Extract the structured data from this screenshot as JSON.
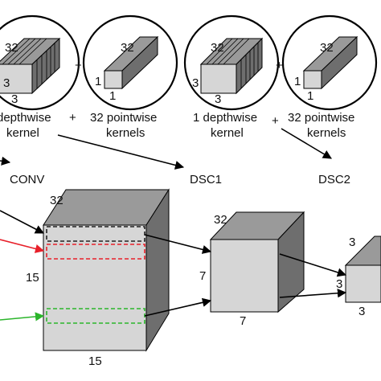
{
  "kernel_groups": [
    {
      "depthwise_circle_labels": {
        "depth": "32",
        "height": "3",
        "width": "3"
      },
      "plus": "+",
      "pointwise_circle_labels": {
        "depth": "32",
        "height": "1",
        "width": "1"
      },
      "caption_depthwise": [
        "depthwise",
        "kernel"
      ],
      "caption_plus": "+",
      "caption_pointwise": [
        "32 pointwise",
        "kernels"
      ]
    },
    {
      "depthwise_circle_labels": {
        "depth": "32",
        "height": "3",
        "width": "3"
      },
      "plus": "+",
      "pointwise_circle_labels": {
        "depth": "32",
        "height": "1",
        "width": "1"
      },
      "caption_depthwise": [
        "1 depthwise",
        "kernel"
      ],
      "caption_plus": "+",
      "caption_pointwise": [
        "32 pointwise",
        "kernels"
      ]
    }
  ],
  "stage_labels": {
    "conv": "CONV",
    "dsc1": "DSC1",
    "dsc2": "DSC2"
  },
  "volumes": {
    "conv": {
      "depth": "32",
      "height": "15",
      "width": "15"
    },
    "dsc1": {
      "depth": "32",
      "height": "7",
      "width": "7"
    },
    "dsc2": {
      "height": "3",
      "width": "3"
    }
  },
  "colors": {
    "front_face": "#d6d6d6",
    "top_face": "#9a9a9a",
    "side_face": "#6e6e6e",
    "window_black": "#222222",
    "window_red": "#e8202a",
    "window_green": "#2bb52b",
    "arrow": "#000000"
  }
}
